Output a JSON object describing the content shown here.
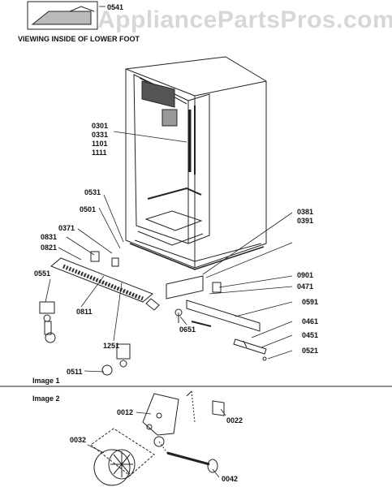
{
  "watermark": "AppliancePartsPros.com",
  "captions": {
    "viewing_inside": "VIEWING INSIDE OF LOWER FOOT",
    "image1": "Image 1",
    "image2": "Image 2"
  },
  "parts": {
    "p0541": "0541",
    "p0301": "0301",
    "p0331": "0331",
    "p1101": "1101",
    "p1111": "1111",
    "p0531": "0531",
    "p0501": "0501",
    "p0371": "0371",
    "p0831": "0831",
    "p0821": "0821",
    "p0551": "0551",
    "p0811": "0811",
    "p1251": "1251",
    "p0511": "0511",
    "p0381": "0381",
    "p0391": "0391",
    "p0901": "0901",
    "p0471": "0471",
    "p0591": "0591",
    "p0461": "0461",
    "p0451": "0451",
    "p0521": "0521",
    "p0651": "0651",
    "p0012": "0012",
    "p0022": "0022",
    "p0032": "0032",
    "p0042": "0042"
  }
}
